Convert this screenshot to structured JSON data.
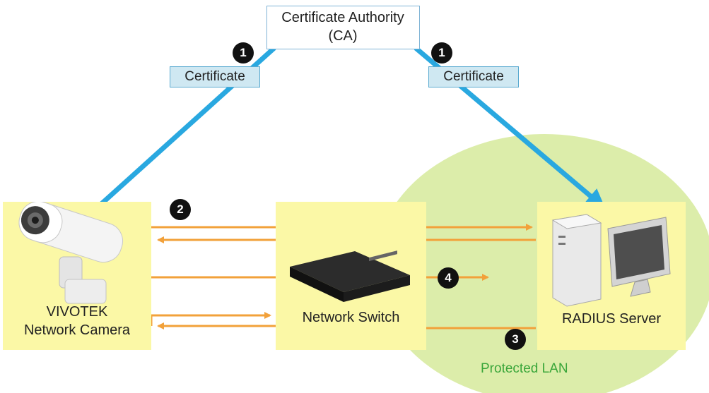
{
  "ca": {
    "line1": "Certificate Authority",
    "line2": "(CA)"
  },
  "certificates": {
    "left": "Certificate",
    "right": "Certificate"
  },
  "steps": {
    "s1a": "1",
    "s1b": "1",
    "s2": "2",
    "s3": "3",
    "s4": "4"
  },
  "camera": {
    "line1": "VIVOTEK",
    "line2": "Network Camera"
  },
  "switch": {
    "label": "Network Switch"
  },
  "server": {
    "label": "RADIUS Server"
  },
  "lan": {
    "label": "Protected LAN"
  },
  "colors": {
    "lan_fill": "#dcedaa",
    "node_fill": "#fbf8a6",
    "link_blue": "#29a8e0",
    "arrow_orange": "#f2a13a",
    "badge": "#111111",
    "lan_text": "#3aa63a"
  }
}
